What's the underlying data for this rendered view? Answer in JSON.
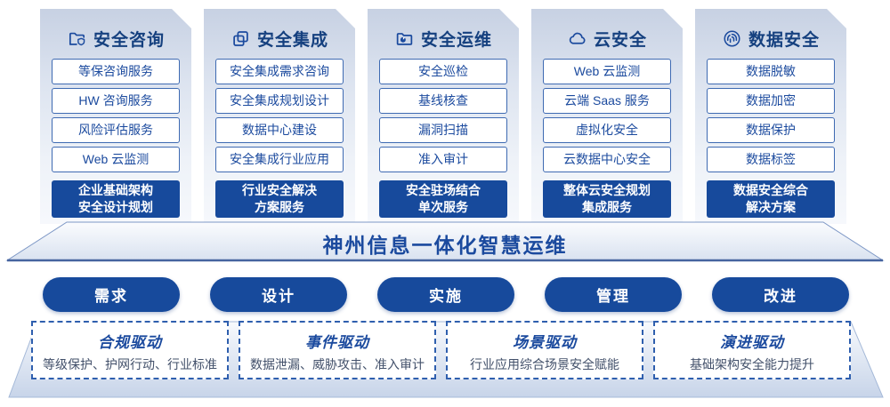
{
  "banner": {
    "title": "神州信息一体化智慧运维"
  },
  "columns": [
    {
      "title": "安全咨询",
      "icon": "folder-shield-icon",
      "items": [
        "等保咨询服务",
        "HW 咨询服务",
        "风险评估服务",
        "Web 云监测"
      ],
      "highlight_line1": "企业基础架构",
      "highlight_line2": "安全设计规划"
    },
    {
      "title": "安全集成",
      "icon": "documents-icon",
      "items": [
        "安全集成需求咨询",
        "安全集成规划设计",
        "数据中心建设",
        "安全集成行业应用"
      ],
      "highlight_line1": "行业安全解决",
      "highlight_line2": "方案服务"
    },
    {
      "title": "安全运维",
      "icon": "folder-clock-icon",
      "items": [
        "安全巡检",
        "基线核查",
        "漏洞扫描",
        "准入审计"
      ],
      "highlight_line1": "安全驻场结合",
      "highlight_line2": "单次服务"
    },
    {
      "title": "云安全",
      "icon": "cloud-icon",
      "items": [
        "Web 云监测",
        "云端 Saas 服务",
        "虚拟化安全",
        "云数据中心安全"
      ],
      "highlight_line1": "整体云安全规划",
      "highlight_line2": "集成服务"
    },
    {
      "title": "数据安全",
      "icon": "fingerprint-icon",
      "items": [
        "数据脱敏",
        "数据加密",
        "数据保护",
        "数据标签"
      ],
      "highlight_line1": "数据安全综合",
      "highlight_line2": "解决方案"
    }
  ],
  "pills": [
    "需求",
    "设计",
    "实施",
    "管理",
    "改进"
  ],
  "drivers": [
    {
      "title": "合规驱动",
      "desc": "等级保护、护网行动、行业标准"
    },
    {
      "title": "事件驱动",
      "desc": "数据泄漏、威胁攻击、准入审计"
    },
    {
      "title": "场景驱动",
      "desc": "行业应用综合场景安全赋能"
    },
    {
      "title": "演进驱动",
      "desc": "基础架构安全能力提升"
    }
  ],
  "colors": {
    "primary": "#174a9c",
    "navy_text": "#15407f",
    "item_border": "#3e6ab2",
    "dashed_border": "#2f5fae",
    "driver_desc": "#42506a"
  }
}
